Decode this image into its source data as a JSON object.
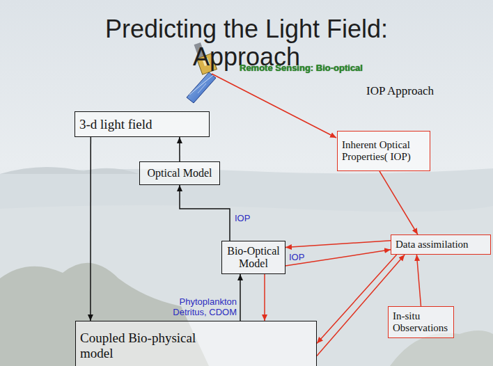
{
  "diagram": {
    "title": "Predicting the Light Field: Approach",
    "nodes": [
      {
        "text": [
          "3-d light field"
        ]
      },
      {
        "text": [
          "Optical Model"
        ]
      },
      {
        "text": [
          "Bio-Optical Model"
        ]
      },
      {
        "text": [
          "Coupled Bio-physical model"
        ]
      },
      {
        "text": [
          "Inherent Optical Properties( IOP)"
        ]
      },
      {
        "text": [
          "Data assimilation"
        ]
      },
      {
        "text": [
          "In-situ Observations"
        ]
      }
    ],
    "edges": [
      {
        "from": 1,
        "to": 0,
        "arrow": "to"
      },
      {
        "from": 0,
        "to": 3,
        "arrow": "to"
      },
      {
        "from": 2,
        "to": 1,
        "label": "IOP",
        "arrow": "to"
      },
      {
        "from": 3,
        "to": 2,
        "label": "Phytoplankton Detritus, CDOM",
        "arrow": "to"
      },
      {
        "from": 2,
        "to": 3,
        "arrow": "to"
      },
      {
        "from": 4,
        "to": 5,
        "arrow": "to"
      },
      {
        "from": 5,
        "to": 2,
        "arrow": "to"
      },
      {
        "from": 2,
        "to": 5,
        "label": "IOP",
        "arrow": "to"
      },
      {
        "from": 5,
        "to": 3,
        "arrow": "to"
      },
      {
        "from": 3,
        "to": 5,
        "arrow": "to"
      },
      {
        "from": 6,
        "to": 5,
        "arrow": "to"
      }
    ],
    "labels": [
      "Remote Sensing: Bio-optical",
      "IOP Approach"
    ]
  }
}
